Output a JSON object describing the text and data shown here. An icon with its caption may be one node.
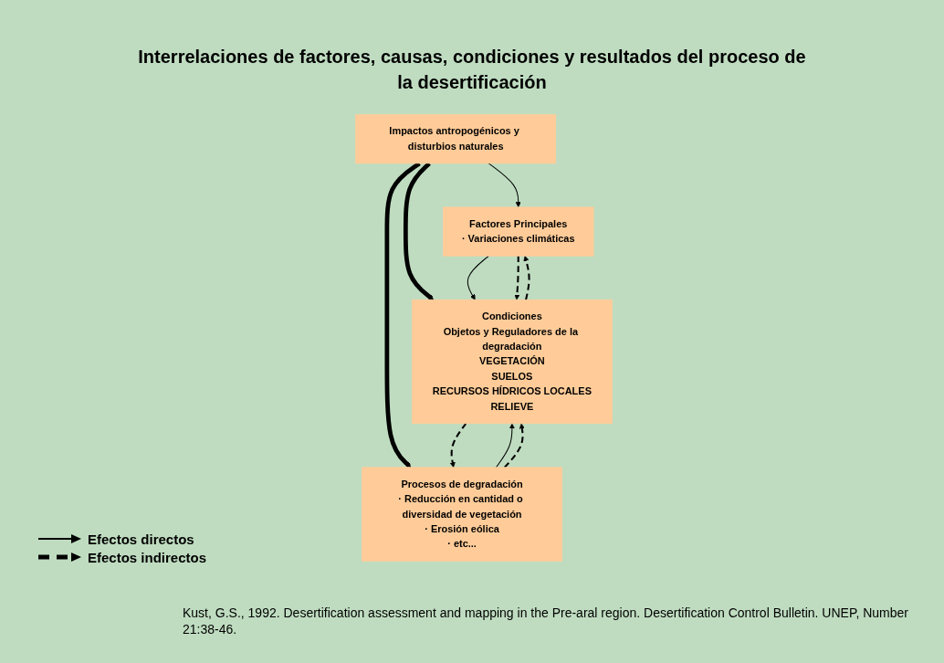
{
  "diagram": {
    "title": "Interrelaciones de factores, causas, condiciones y resultados del proceso de la desertificación",
    "caption": "Kust, G.S., 1992. Desertification assessment and mapping in the Pre-aral region. Desertification Control Bulletin. UNEP, Number 21:38-46.",
    "nodes": [
      {
        "text": [
          "Impactos antropogénicos y disturbios naturales"
        ]
      },
      {
        "text": [
          "Factores Principales",
          "· Variaciones climáticas"
        ]
      },
      {
        "text": [
          "Condiciones",
          "Objetos y Reguladores de la degradación",
          "VEGETACIÓN",
          "SUELOS",
          "RECURSOS HÍDRICOS LOCALES",
          "RELIEVE"
        ]
      },
      {
        "text": [
          "Procesos de degradación",
          "· Reducción en cantidad o diversidad de vegetación",
          "· Erosión eólica",
          "· etc..."
        ]
      }
    ],
    "edges": [
      {
        "from": 0,
        "to": 1,
        "arrow": "to"
      },
      {
        "from": 0,
        "to": 2,
        "arrow": "to",
        "style": "thick"
      },
      {
        "from": 0,
        "to": 3,
        "arrow": "to",
        "style": "thick"
      },
      {
        "from": 1,
        "to": 2,
        "arrow": "to"
      },
      {
        "from": 1,
        "to": 2,
        "arrow": "to",
        "style": "dashed"
      },
      {
        "from": 3,
        "to": 2,
        "arrow": "to"
      },
      {
        "from": 3,
        "to": 2,
        "arrow": "to",
        "style": "dashed"
      },
      {
        "from": 2,
        "to": 1,
        "arrow": "to",
        "style": "dashed"
      },
      {
        "from": 2,
        "to": 3,
        "arrow": "to",
        "style": "dashed"
      }
    ],
    "legend": [
      {
        "text": "Efectos directos"
      },
      {
        "text": "Efectos indirectos"
      }
    ]
  }
}
